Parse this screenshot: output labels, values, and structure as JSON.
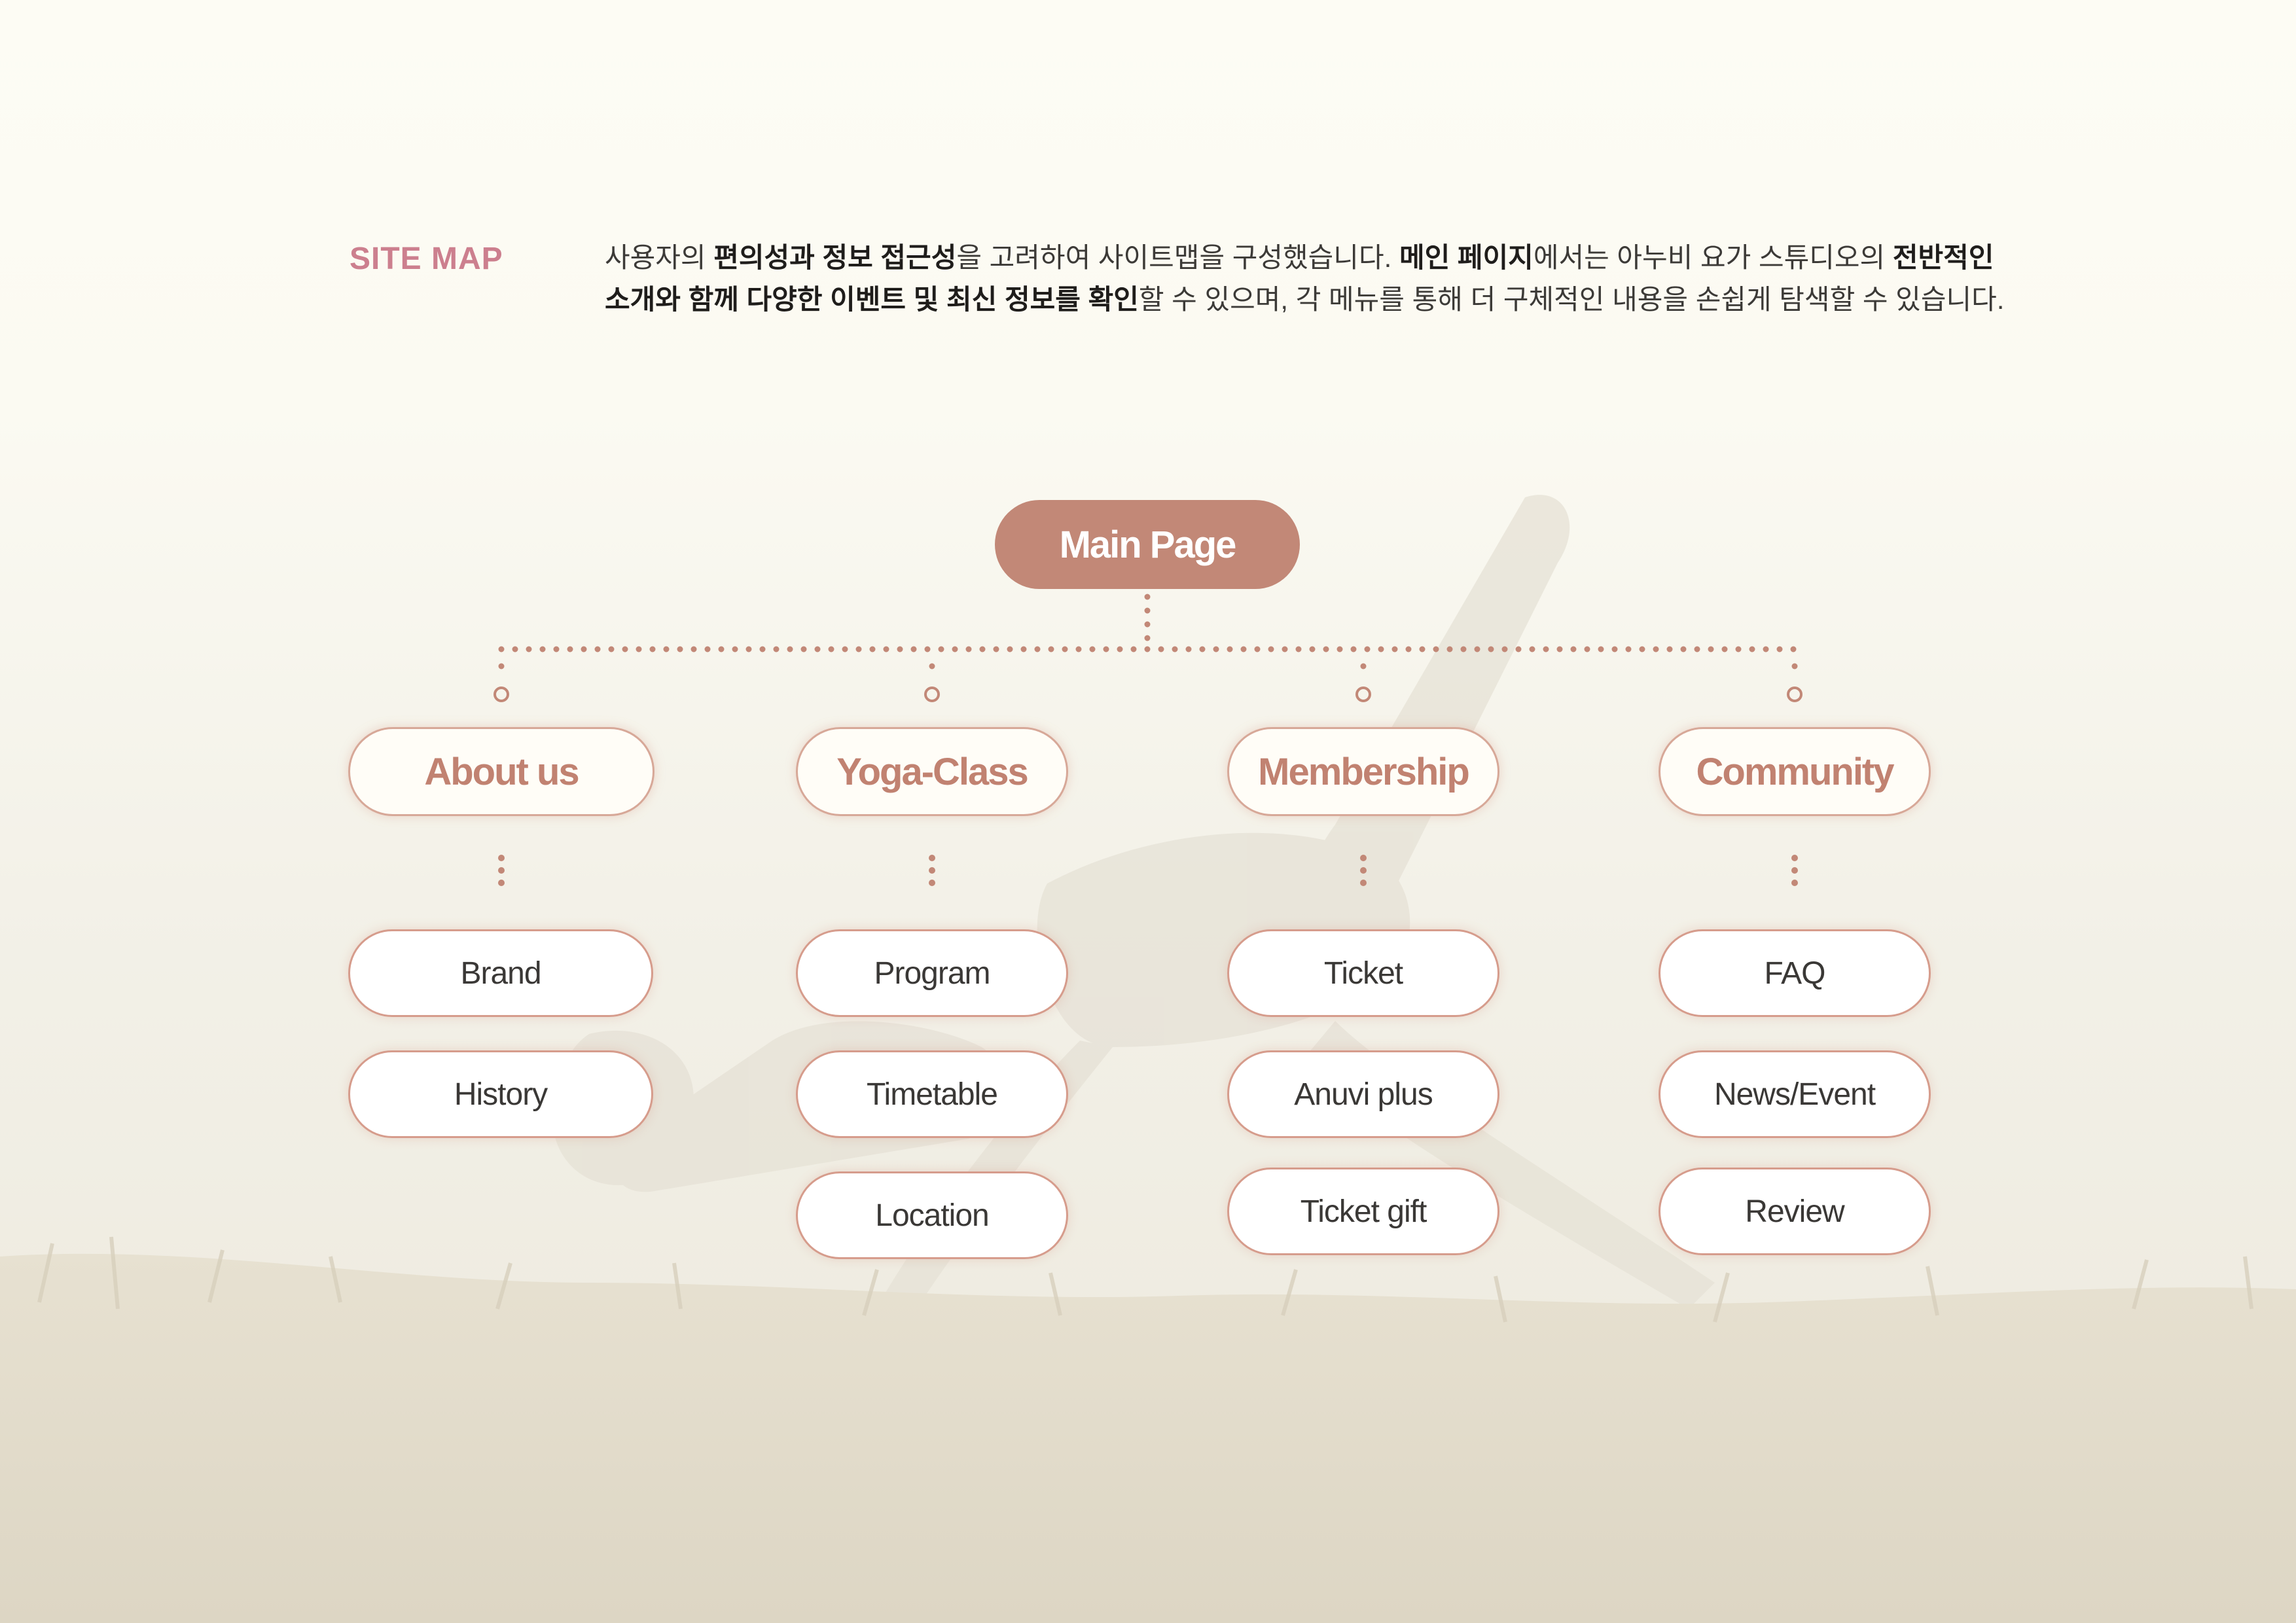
{
  "header": {
    "title": "SITE MAP",
    "description": [
      [
        [
          "사용자의 ",
          false
        ],
        [
          "편의성과 정보 접근성",
          true
        ],
        [
          "을 고려하여 사이트맵을 구성했습니다. ",
          false
        ],
        [
          "메인 페이지",
          true
        ],
        [
          "에서는 아누비 요가 스튜디오의 ",
          false
        ],
        [
          "전반적인",
          true
        ]
      ],
      [
        [
          "소개와 함께 다양한 이벤트 및 최신 정보를 확인",
          true
        ],
        [
          "할 수 있으며, 각 메뉴를 통해 더 구체적인 내용을 손쉽게 탐색할 수 있습니다.",
          false
        ]
      ]
    ]
  },
  "sitemap": {
    "root": "Main Page",
    "categories": [
      {
        "label": "About us",
        "children": [
          "Brand",
          "History"
        ]
      },
      {
        "label": "Yoga-Class",
        "children": [
          "Program",
          "Timetable",
          "Location"
        ]
      },
      {
        "label": "Membership",
        "children": [
          "Ticket",
          "Anuvi plus",
          "Ticket gift"
        ]
      },
      {
        "label": "Community",
        "children": [
          "FAQ",
          "News/Event",
          "Review"
        ]
      }
    ]
  },
  "colors": {
    "accent": "#c28877",
    "title": "#cc7f8e",
    "category_text": "#c18271",
    "border": "#d69c8c",
    "background": "#fdfcf4"
  }
}
